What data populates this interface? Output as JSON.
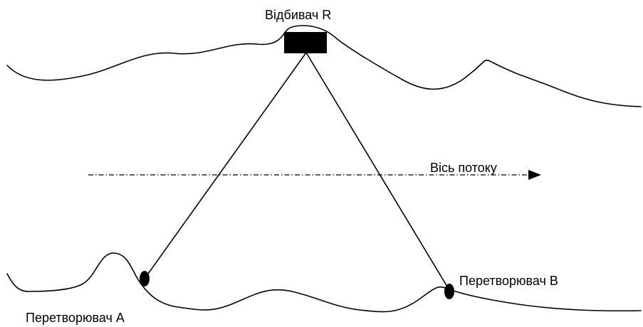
{
  "labels": {
    "reflector": "Відбивач R",
    "flow_axis": "Вісь потоку",
    "transducer_a": "Перетворювач A",
    "transducer_b": "Перетворювач B"
  },
  "colors": {
    "stroke": "#000000",
    "background": "#ffffff"
  }
}
